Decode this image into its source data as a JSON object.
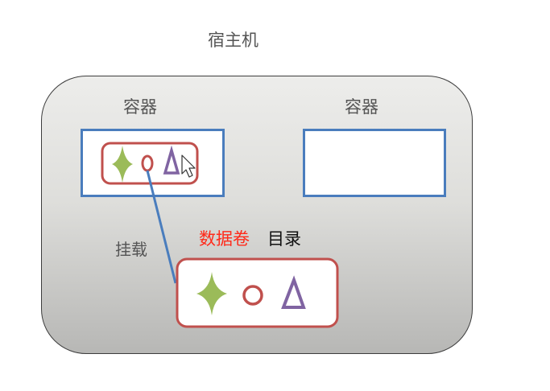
{
  "host": {
    "title": "宿主机"
  },
  "containers": [
    {
      "label": "容器"
    },
    {
      "label": "容器"
    }
  ],
  "mount_label": "挂载",
  "volume": {
    "highlight": "数据卷",
    "suffix": "目录"
  },
  "icons": [
    "star-icon",
    "circle-icon",
    "triangle-icon"
  ],
  "colors": {
    "container_border": "#4a7dbd",
    "volume_border": "#c0504d",
    "highlight_text": "#ff2a1a",
    "star": "#9bbb59",
    "triangle": "#8064a2",
    "link_line": "#4a7dbd"
  }
}
